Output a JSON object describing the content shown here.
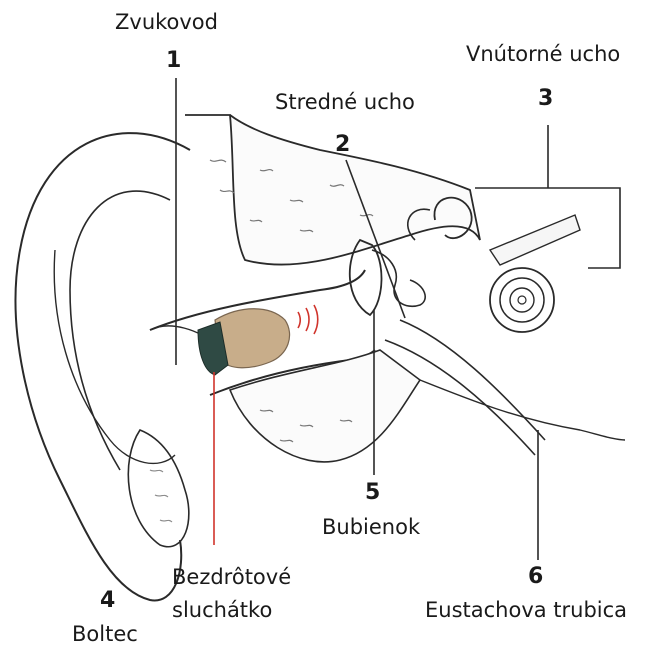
{
  "diagram": {
    "labels": {
      "ear_canal": "Zvukovod",
      "middle_ear": "Stredné ucho",
      "inner_ear": "Vnútorné ucho",
      "lobe": "Boltec",
      "eardrum": "Bubienok",
      "eustachian_tube": "Eustachova trubica",
      "wireless_earpiece_line1": "Bezdrôtové",
      "wireless_earpiece_line2": "sluchátko"
    },
    "numbers": {
      "n1": "1",
      "n2": "2",
      "n3": "3",
      "n4": "4",
      "n5": "5",
      "n6": "6"
    },
    "colors": {
      "line": "#2a2a2a",
      "earpiece_body": "#c8ad8a",
      "earpiece_tip": "#2f4a44",
      "pointer_red": "#d0342c",
      "sound_wave": "#d0342c"
    }
  }
}
